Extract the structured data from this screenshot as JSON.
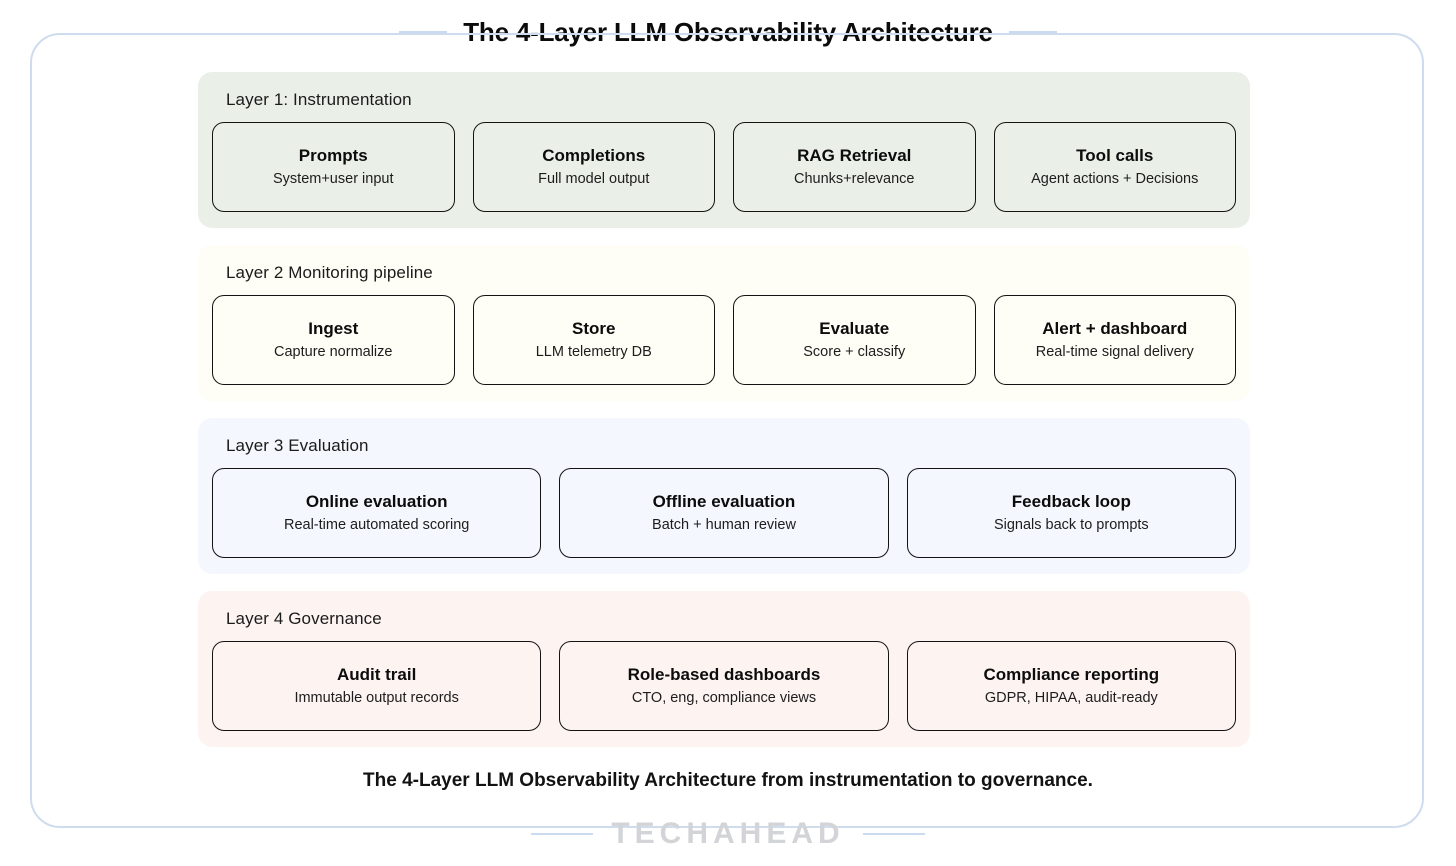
{
  "header": {
    "title": "The 4-Layer LLM Observability Architecture"
  },
  "caption": "The 4-Layer LLM Observability Architecture from instrumentation to governance.",
  "footer": {
    "brand": "TECHAHEAD"
  },
  "colors": {
    "frame_border": "#cfdcee",
    "rule": "#c9d9ee",
    "layer1_bg": "#eaf0e8",
    "layer2_bg": "#fefdf6",
    "layer3_bg": "#f4f7fd",
    "layer4_bg": "#fdf4f2",
    "card_border": "#131313",
    "text": "#111111",
    "brand": "#d2d4d8"
  },
  "layers": [
    {
      "id": "layer-1",
      "tone": "green",
      "title": "Layer 1: Instrumentation",
      "cards": [
        {
          "title": "Prompts",
          "sub": "System+user input"
        },
        {
          "title": "Completions",
          "sub": "Full model output"
        },
        {
          "title": "RAG Retrieval",
          "sub": "Chunks+relevance"
        },
        {
          "title": "Tool calls",
          "sub": "Agent actions + Decisions"
        }
      ]
    },
    {
      "id": "layer-2",
      "tone": "cream",
      "title": "Layer 2 Monitoring pipeline",
      "cards": [
        {
          "title": "Ingest",
          "sub": "Capture normalize"
        },
        {
          "title": "Store",
          "sub": "LLM telemetry DB"
        },
        {
          "title": "Evaluate",
          "sub": "Score + classify"
        },
        {
          "title": "Alert + dashboard",
          "sub": "Real-time signal delivery"
        }
      ]
    },
    {
      "id": "layer-3",
      "tone": "blue",
      "title": "Layer 3 Evaluation",
      "cards": [
        {
          "title": "Online evaluation",
          "sub": "Real-time automated scoring"
        },
        {
          "title": "Offline evaluation",
          "sub": "Batch + human review"
        },
        {
          "title": "Feedback loop",
          "sub": "Signals back to prompts"
        }
      ]
    },
    {
      "id": "layer-4",
      "tone": "pink",
      "title": "Layer 4 Governance",
      "cards": [
        {
          "title": "Audit trail",
          "sub": "Immutable output records"
        },
        {
          "title": "Role-based dashboards",
          "sub": "CTO, eng, compliance views"
        },
        {
          "title": "Compliance reporting",
          "sub": "GDPR, HIPAA, audit-ready"
        }
      ]
    }
  ]
}
